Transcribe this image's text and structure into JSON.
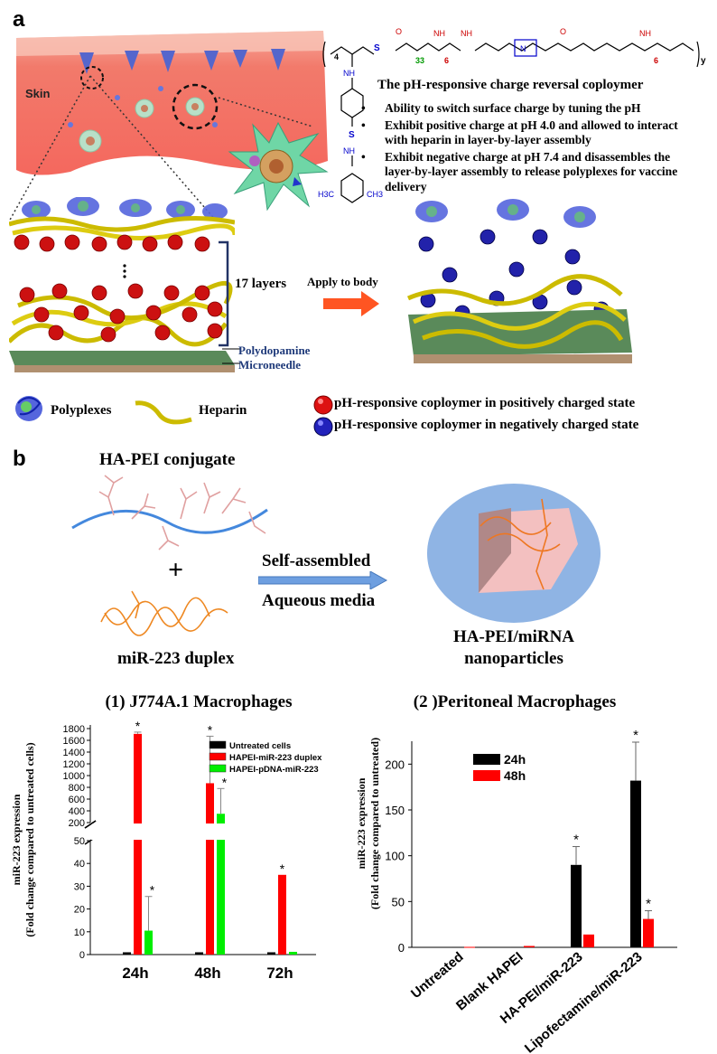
{
  "panel_a": {
    "letter": "a",
    "skin_label": "Skin",
    "copolymer_title": "The pH-responsive charge reversal coploymer",
    "bullets": [
      "Ability to switch surface charge by tuning the pH",
      "Exhibit positive charge at pH 4.0 and allowed to interact with heparin in layer-by-layer assembly",
      "Exhibit negative charge at pH 7.4 and disassembles the layer-by-layer assembly to release polyplexes for vaccine delivery"
    ],
    "chem": {
      "sub4": "4",
      "sub33": "33",
      "sub6a": "6",
      "sub6b": "6",
      "suby": "y",
      "nh": "NH",
      "n": "N",
      "s": "S",
      "o": "O",
      "h3c": "H3C",
      "ch3": "CH3"
    },
    "layers_label": "17 layers",
    "apply_label": "Apply to body",
    "polydopamine_label": "Polydopamine",
    "microneedle_label": "Microneedle",
    "legend": {
      "polyplexes": "Polyplexes",
      "heparin": "Heparin",
      "positive": "pH-responsive coploymer in positively charged state",
      "negative": "pH-responsive coploymer in negatively charged state"
    }
  },
  "panel_b": {
    "letter": "b",
    "conjugate_label": "HA-PEI conjugate",
    "plus": "+",
    "duplex_label": "miR-223 duplex",
    "arrow_top": "Self-assembled",
    "arrow_bottom": "Aqueous media",
    "np_label_1": "HA-PEI/miRNA",
    "np_label_2": "nanoparticles"
  },
  "chart_data": [
    {
      "type": "bar",
      "title": "(1) J774A.1 Macrophages",
      "ylabel_1": "miR-223 expression",
      "ylabel_2": "(Fold change compared to untreated cells)",
      "categories": [
        "24h",
        "48h",
        "72h"
      ],
      "broken_axis": {
        "lower_range": [
          0,
          50
        ],
        "upper_range": [
          200,
          1800
        ]
      },
      "lower_ticks": [
        0,
        10,
        20,
        30,
        40,
        50
      ],
      "upper_ticks": [
        200,
        400,
        600,
        800,
        1000,
        1200,
        1400,
        1600,
        1800
      ],
      "series": [
        {
          "name": "Untreated cells",
          "color": "#000000",
          "values": [
            1,
            1,
            1
          ],
          "errors": [
            0,
            0,
            0
          ],
          "sig": [
            false,
            false,
            false
          ]
        },
        {
          "name": "HAPEI-miR-223 duplex",
          "color": "#ff0000",
          "values": [
            1710,
            870,
            35
          ],
          "errors": [
            30,
            800,
            0
          ],
          "sig": [
            true,
            true,
            true
          ]
        },
        {
          "name": "HAPEI-pDNA-miR-223",
          "color": "#00ee00",
          "values": [
            10.5,
            350,
            1.2
          ],
          "errors": [
            15,
            430,
            0
          ],
          "sig": [
            true,
            true,
            false
          ]
        }
      ],
      "sig_marker": "*"
    },
    {
      "type": "bar",
      "title": "(2 )Peritoneal Macrophages",
      "ylabel_1": "miR-223 expression",
      "ylabel_2": "(Fold change compared to untreated)",
      "categories": [
        "Untreated",
        "Blank HAPEI",
        "HA-PEI/miR-223",
        "Lipofectamine/miR-223"
      ],
      "ylim": [
        0,
        225
      ],
      "yticks": [
        0,
        50,
        100,
        150,
        200
      ],
      "series": [
        {
          "name": "24h",
          "color": "#000000",
          "values": [
            0.5,
            0.5,
            90,
            182
          ],
          "errors": [
            0,
            0,
            20,
            42
          ],
          "sig": [
            false,
            false,
            true,
            true
          ]
        },
        {
          "name": "48h",
          "color": "#ff0000",
          "values": [
            0.5,
            1.5,
            14,
            31
          ],
          "errors": [
            0,
            0,
            0,
            9
          ],
          "sig": [
            false,
            false,
            false,
            true
          ]
        }
      ],
      "sig_marker": "*"
    }
  ]
}
